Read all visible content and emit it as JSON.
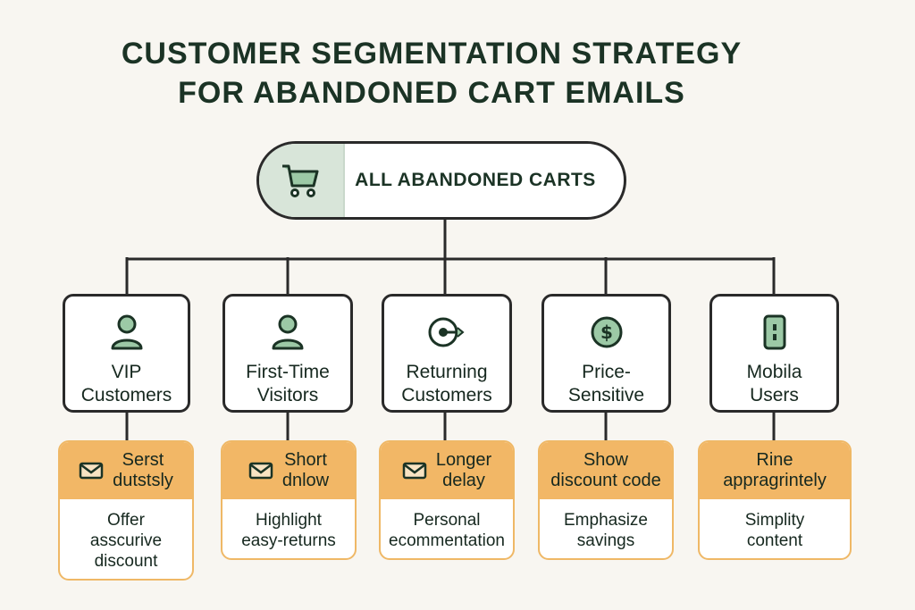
{
  "title": {
    "line1": "CUSTOMER SEGMENTATION STRATEGY",
    "line2": "FOR ABANDONED CART EMAILS"
  },
  "root": {
    "label": "ALL ABANDONED CARTS",
    "icon": "shopping-cart-icon"
  },
  "segments": [
    {
      "name_lines": [
        "VIP",
        "Customers"
      ],
      "icon": "person-icon",
      "action_lines": [
        "Serst",
        "dutstsly"
      ],
      "action_icon": "envelope-icon",
      "detail_lines": [
        "Offer",
        "asscurive",
        "discount"
      ]
    },
    {
      "name_lines": [
        "First-Time",
        "Visitors"
      ],
      "icon": "person-icon",
      "action_lines": [
        "Short",
        "dnlow"
      ],
      "action_icon": "envelope-icon",
      "detail_lines": [
        "Highlight",
        "easy-returns"
      ]
    },
    {
      "name_lines": [
        "Returning",
        "Customers"
      ],
      "icon": "return-arrow-icon",
      "action_lines": [
        "Longer",
        "delay"
      ],
      "action_icon": "envelope-icon",
      "detail_lines": [
        "Personal",
        "ecommentation"
      ]
    },
    {
      "name_lines": [
        "Price-",
        "Sensitive"
      ],
      "icon": "dollar-coin-icon",
      "action_lines": [
        "Show",
        "discount code"
      ],
      "action_icon": "",
      "detail_lines": [
        "Emphasize",
        "savings"
      ]
    },
    {
      "name_lines": [
        "Mobila",
        "Users"
      ],
      "icon": "mobile-phone-icon",
      "action_lines": [
        "Rine",
        "appragrintely"
      ],
      "action_icon": "",
      "detail_lines": [
        "Simplity",
        "content"
      ]
    }
  ],
  "colors": {
    "title": "#1b3325",
    "accent_orange": "#f2b766",
    "icon_green": "#9cc9a6",
    "cart_panel": "#d8e5d9",
    "border": "#2a2a2a"
  }
}
